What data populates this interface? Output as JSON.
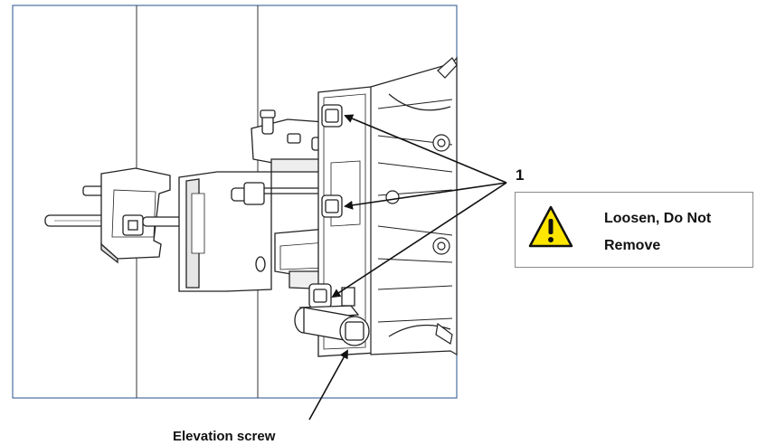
{
  "callouts": {
    "number_label": "1",
    "warning_text": "Loosen, Do Not Remove",
    "elevation_label": "Elevation screw"
  },
  "icons": {
    "warning": "warning-triangle-icon"
  },
  "colors": {
    "frame_border": "#4a6fa0",
    "warning_yellow": "#ffe600",
    "line": "#1a1a1a"
  }
}
